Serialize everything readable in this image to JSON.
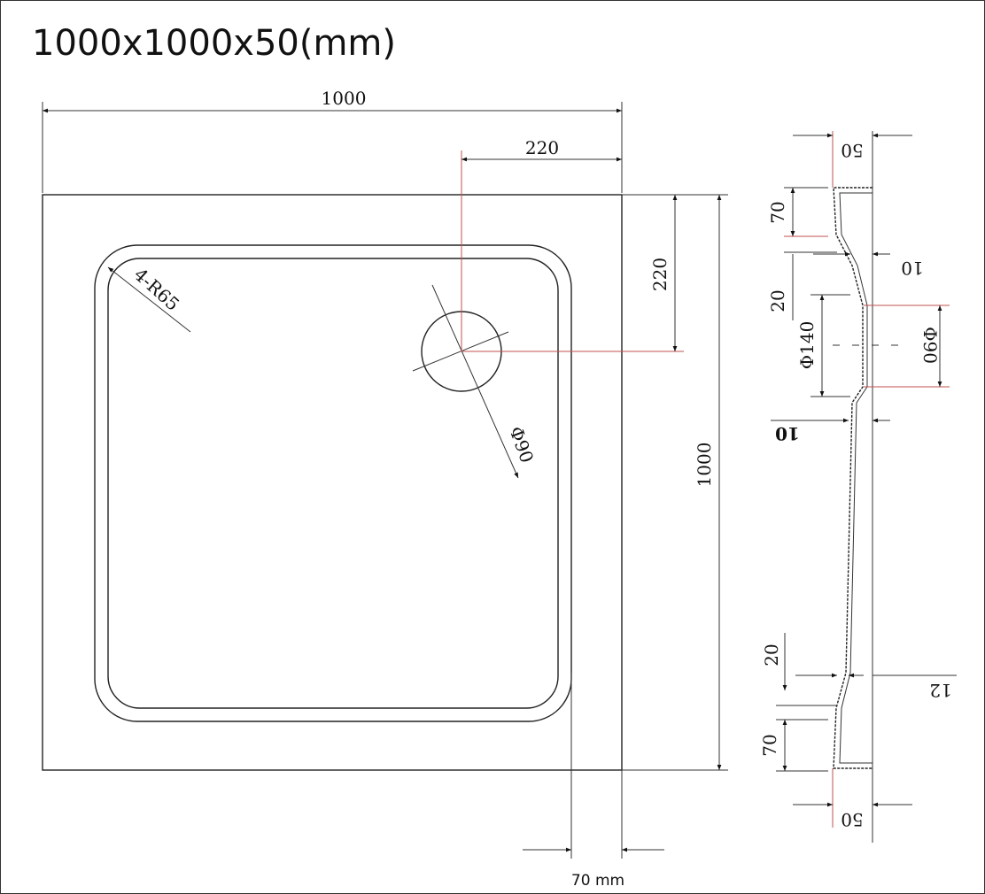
{
  "title": "1000x1000x50(mm)",
  "plan": {
    "width_label": "1000",
    "drain_offset_x_label": "220",
    "drain_offset_y_label": "220",
    "height_label": "1000",
    "corner_radius_label": "4-R65",
    "drain_diameter_label": "Φ90",
    "rim_width_label": "70 mm"
  },
  "profile": {
    "top_depth_label": "50",
    "top_rim_label": "70",
    "step_upper_label": "10",
    "slope_upper_label": "20",
    "drain_outer_label": "Φ140",
    "drain_inner_label": "Φ90",
    "step_mid_label": "10",
    "slope_lower_label": "20",
    "step_lower_label": "12",
    "bottom_rim_label": "70",
    "bottom_depth_label": "50"
  },
  "colors": {
    "line": "#222222",
    "guide": "#c0504d"
  }
}
